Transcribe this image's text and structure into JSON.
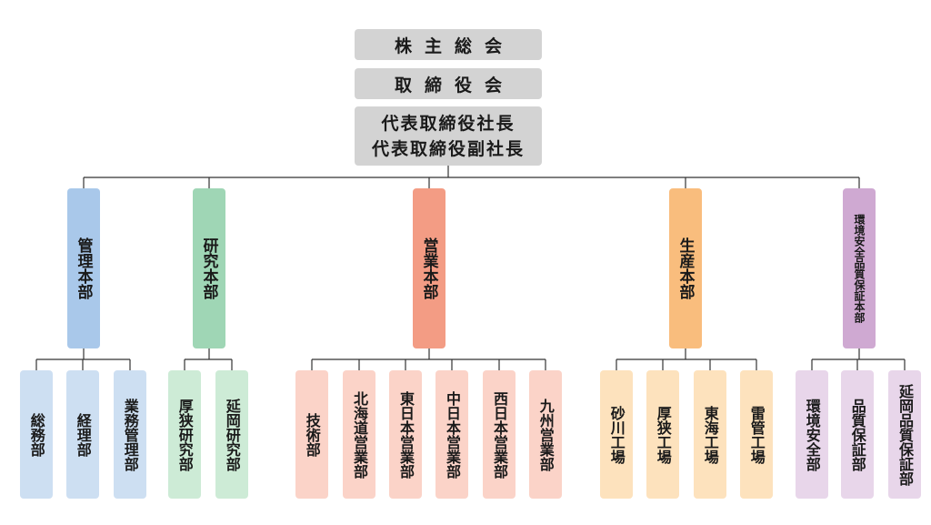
{
  "top": {
    "shareholders": "株主総会",
    "board": "取締役会",
    "president": "代表取締役社長",
    "vice_president": "代表取締役副社長"
  },
  "departments": [
    {
      "label": "管理本部",
      "color": "#a9c8ea",
      "units": [
        "総務部",
        "経理部",
        "業務管理部"
      ]
    },
    {
      "label": "研究本部",
      "color": "#9fd6b5",
      "units": [
        "厚狭研究部",
        "延岡研究部"
      ]
    },
    {
      "label": "営業本部",
      "color": "#f39c84",
      "units": [
        "技術部",
        "北海道営業部",
        "東日本営業部",
        "中日本営業部",
        "西日本営業部",
        "九州営業部"
      ]
    },
    {
      "label": "生産本部",
      "color": "#f9bd7d",
      "units": [
        "砂川工場",
        "厚狭工場",
        "東海工場",
        "雷管工場"
      ]
    },
    {
      "label": "環境安全品質保証本部",
      "color": "#cfa9d2",
      "units": [
        "環境安全部",
        "品質保証部",
        "延岡品質保証部"
      ]
    }
  ],
  "unit_colors": [
    "#cddff2",
    "#cdebd6",
    "#fbd3c8",
    "#fde2bd",
    "#e8d6ea"
  ],
  "line_color": "#333333"
}
